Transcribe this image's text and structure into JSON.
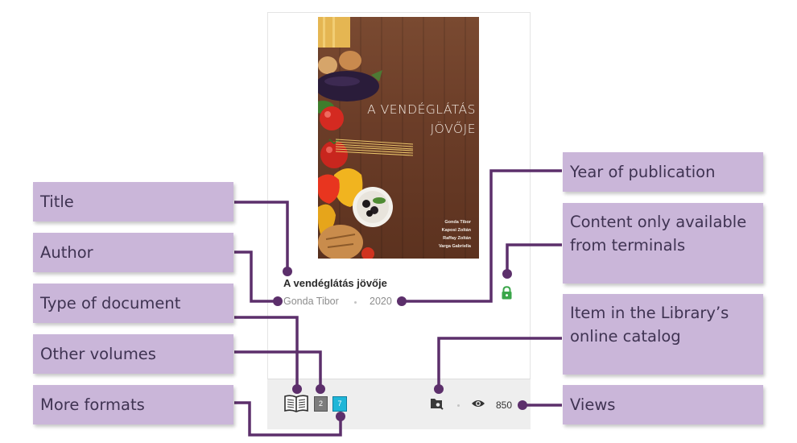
{
  "card": {
    "cover": {
      "title_line1": "A VENDÉGLÁTÁS",
      "title_line2": "JÖVŐJE",
      "authors": [
        "Gonda Tibor",
        "Kaposi Zoltán",
        "Raffay Zoltán",
        "Varga Gabriella"
      ]
    },
    "title": "A vendéglátás jövője",
    "author": "Gonda Tibor",
    "year": "2020",
    "volumes_count": "2",
    "formats_count": "7",
    "views": "850",
    "icons": {
      "document_type": "open-book-icon",
      "restricted": "lock-icon",
      "catalog": "folder-search-icon",
      "views": "eye-icon"
    },
    "colors": {
      "formats_badge": "#1fb6d8",
      "volumes_badge": "#7c7c7c",
      "lock": "#3aa64a"
    }
  },
  "labels": {
    "title": "Title",
    "author": "Author",
    "document_type": "Type of document",
    "other_volumes": "Other volumes",
    "more_formats": "More formats",
    "year": "Year of publication",
    "terminals_line1": "Content only available",
    "terminals_line2": "from terminals",
    "catalog_line1": "Item in the Library’s",
    "catalog_line2": "online catalog",
    "views": "Views"
  },
  "colors": {
    "label_bg": "#cab6d9",
    "connector": "#5c2f6b"
  }
}
